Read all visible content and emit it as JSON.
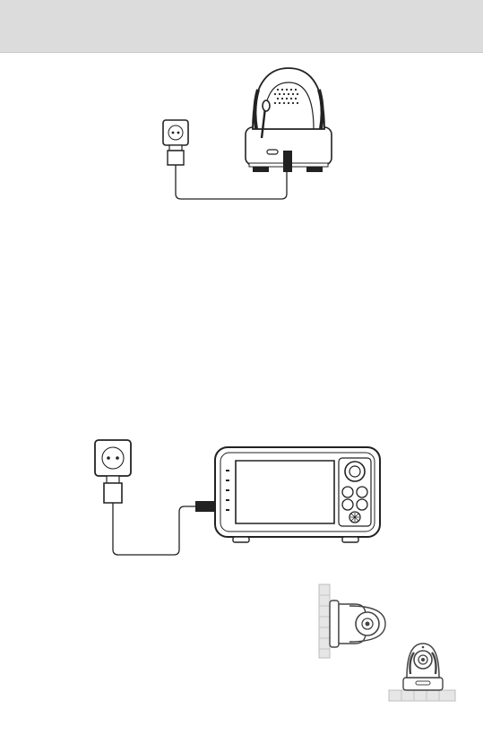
{
  "page": {
    "header_band_color": "#dcdcdc",
    "line_color": "#222222"
  },
  "figures": [
    {
      "name": "camera-power-connection-figure",
      "icon": "camera-plugged-into-wall-outlet"
    },
    {
      "name": "monitor-power-connection-figure",
      "icon": "monitor-plugged-into-wall-outlet"
    },
    {
      "name": "camera-wall-mount-figure",
      "icon": "camera-mounted-on-wall"
    },
    {
      "name": "camera-ceiling-mount-figure",
      "icon": "camera-mounted-on-ceiling"
    }
  ]
}
